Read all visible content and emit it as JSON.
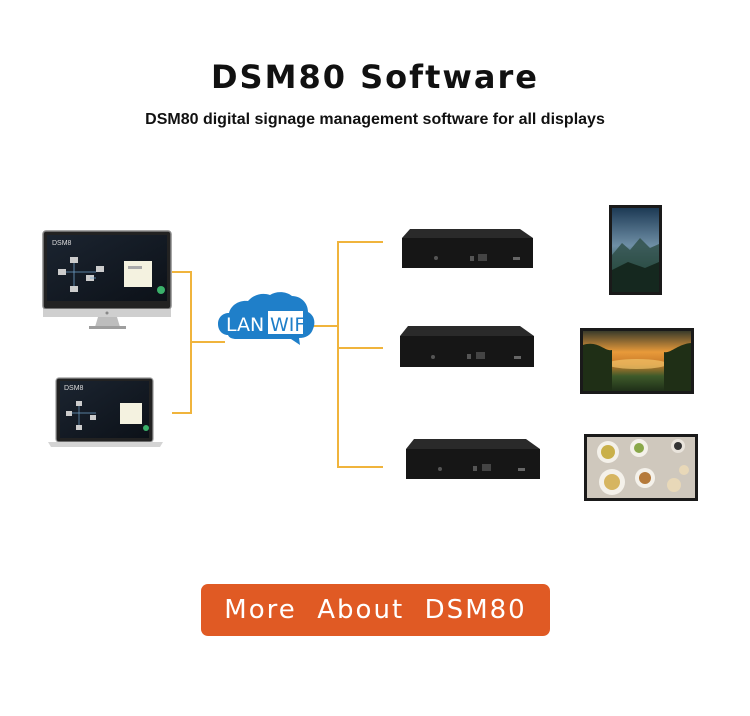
{
  "header": {
    "title": "DSM80 Software",
    "subtitle": "DSM80 digital signage management software for all displays"
  },
  "network": {
    "lan_label": "LAN",
    "wifi_label": "WIFI"
  },
  "clients": {
    "desktop_app_title": "DSM8",
    "laptop_app_title": "DSM8"
  },
  "colors": {
    "connector": "#f0b43c",
    "cloud": "#1f7fc9",
    "cta": "#e05a24"
  },
  "cta": {
    "label": "More  About  DSM80"
  }
}
